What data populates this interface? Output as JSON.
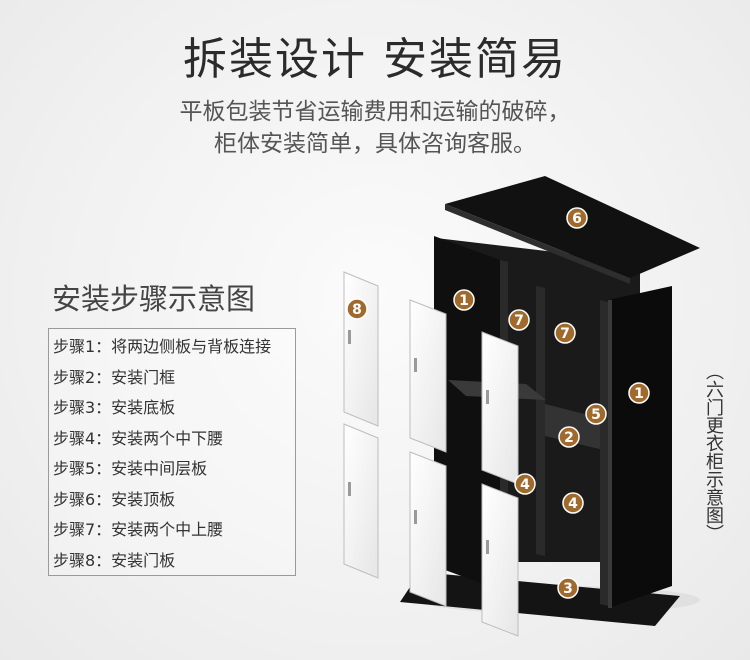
{
  "header": {
    "title": "拆装设计 安装简易",
    "subtitle_line1": "平板包装节省运输费用和运输的破碎，",
    "subtitle_line2": "柜体安装简单，具体咨询客服。"
  },
  "steps": {
    "title": "安装步骤示意图",
    "items": [
      "步骤1：将两边侧板与背板连接",
      "步骤2：安装门框",
      "步骤3：安装底板",
      "步骤4：安装两个中下腰",
      "步骤5：安装中间层板",
      "步骤6：安装顶板",
      "步骤7：安装两个中上腰",
      "步骤8：安装门板"
    ]
  },
  "side_note": "（六门更衣柜示意图）",
  "badges": [
    "6",
    "1",
    "7",
    "7",
    "8",
    "5",
    "2",
    "1",
    "4",
    "4",
    "3"
  ],
  "colors": {
    "badge": "#a06a2c",
    "panel_dark": "#121212",
    "panel_edge": "#2c2c2c",
    "door_white": "#f4f4f4"
  }
}
